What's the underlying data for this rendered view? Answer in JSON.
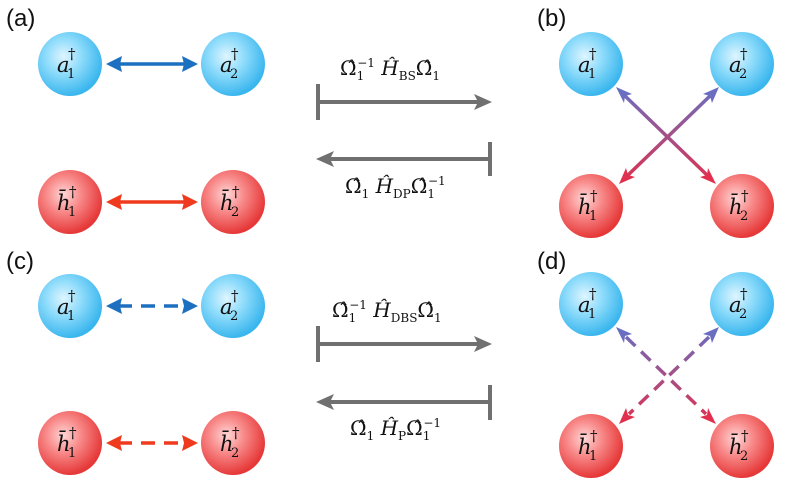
{
  "panels": [
    {
      "label": "(a)"
    },
    {
      "label": "(b)"
    },
    {
      "label": "(c)"
    },
    {
      "label": "(d)"
    }
  ],
  "nodes": {
    "a1": {
      "base": "a",
      "sub": "1",
      "sup": "†"
    },
    "a2": {
      "base": "a",
      "sub": "2",
      "sup": "†"
    },
    "h1": {
      "base": "h̄",
      "sub": "1",
      "sup": "†"
    },
    "h2": {
      "base": "h̄",
      "sub": "2",
      "sup": "†"
    }
  },
  "operators": {
    "top_forward": "Ω̂₁⁻¹ Ĥ_BS Ω̂₁",
    "top_backward": "Ω̂₁ Ĥ_DP Ω̂₁⁻¹",
    "bottom_forward": "Ω̂₁⁻¹ Ĥ_DBS Ω̂₁",
    "bottom_backward": "Ω̂₁ Ĥ_P Ω̂₁⁻¹"
  },
  "operator_parts": {
    "top_forward": {
      "pre": "Ω̂",
      "pre_sub": "1",
      "pre_sup": "−1",
      "mid": "Ĥ",
      "mid_sub": "BS",
      "post": "Ω̂",
      "post_sub": "1"
    },
    "top_backward": {
      "pre": "Ω̂",
      "pre_sub": "1",
      "mid": "Ĥ",
      "mid_sub": "DP",
      "post": "Ω̂",
      "post_sub": "1",
      "post_sup": "−1"
    },
    "bottom_forward": {
      "pre": "Ω̂",
      "pre_sub": "1",
      "pre_sup": "−1",
      "mid": "Ĥ",
      "mid_sub": "DBS",
      "post": "Ω̂",
      "post_sub": "1"
    },
    "bottom_backward": {
      "pre": "Ω̂",
      "pre_sub": "1",
      "mid": "Ĥ",
      "mid_sub": "P",
      "post": "Ω̂",
      "post_sub": "1",
      "post_sup": "−1"
    }
  },
  "colors": {
    "blue_node": "#4fc3f7",
    "red_node": "#f04646",
    "blue_arrow": "#1d6fbf",
    "red_arrow": "#f03a1e",
    "purple_arrow": "#6a6ec0",
    "magenta_arrow": "#d8365a",
    "gray_arrow": "#707070"
  }
}
